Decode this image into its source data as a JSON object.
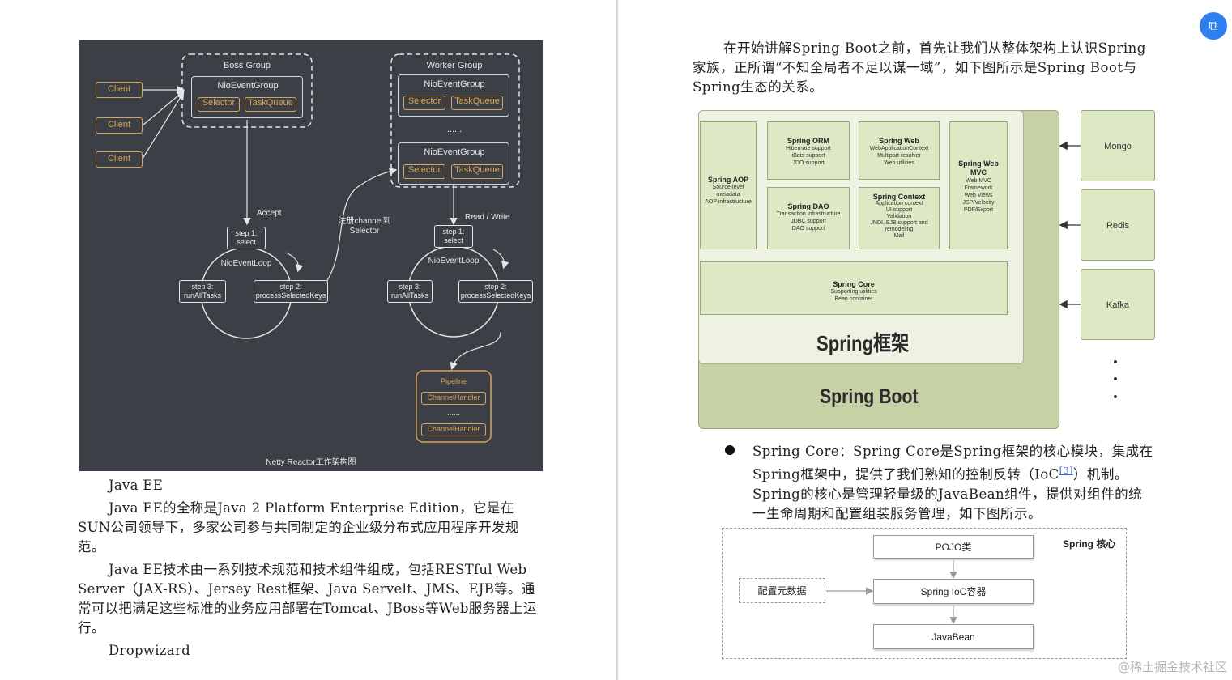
{
  "netty": {
    "boss_group": "Boss Group",
    "worker_group": "Worker Group",
    "nio_event_group": "NioEventGroup",
    "selector": "Selector",
    "task_queue": "TaskQueue",
    "client": "Client",
    "ellipsis": "......",
    "accept": "Accept",
    "register": "注册channel到\nSelector",
    "read_write": "Read / Write",
    "step1": "step 1:\nselect",
    "step2": "step 2:\nprocessSelectedKeys",
    "step3": "step 3:\nrunAllTasks",
    "nio_event_loop": "NioEventLoop",
    "pipeline": "Pipeline",
    "channel_handler": "ChannelHandler",
    "caption": "Netty Reactor工作架构图"
  },
  "left": {
    "heading1": "Java EE",
    "p1": "Java EE的全称是Java 2 Platform Enterprise Edition，它是在SUN公司领导下，多家公司参与共同制定的企业级分布式应用程序开发规范。",
    "p2": "Java EE技术由一系列技术规范和技术组件组成，包括RESTful Web Server（JAX-RS）、Jersey Rest框架、Java Servelt、JMS、EJB等。通常可以把满足这些标准的业务应用部署在Tomcat、JBoss等Web服务器上运行。",
    "heading2": "Dropwizard"
  },
  "right": {
    "intro": "在开始讲解Spring Boot之前，首先让我们从整体架构上认识Spring家族，正所谓“不知全局者不足以谋一域”，如下图所示是Spring Boot与Spring生态的关系。",
    "bullet_a": "Spring Core：Spring Core是Spring框架的核心模块，集成在Spring框架中，提供了我们熟知的控制反转（IoC",
    "footnote": "[3]",
    "bullet_b": "）机制。Spring的核心是管理轻量级的JavaBean组件，提供对组件的统一生命周期和配置组装服务管理，如下图所示。"
  },
  "spring_diagram": {
    "aop": {
      "title": "Spring AOP",
      "desc": "Source-level\nmetadata\nAOP infrastructure"
    },
    "orm": {
      "title": "Spring ORM",
      "desc": "Hibernate support\niBats support\nJDO support"
    },
    "web": {
      "title": "Spring Web",
      "desc": "WebApplicationContext\nMultipart resolver\nWeb utilities"
    },
    "mvc": {
      "title": "Spring Web\nMVC",
      "desc": "Web MVC\nFramework\nWeb Views\nJSP/Velocity\nPDF/Export"
    },
    "dao": {
      "title": "Spring DAO",
      "desc": "Transaction infrastructure\nJDBC support\nDAO support"
    },
    "context": {
      "title": "Spring Context",
      "desc": "Application context\nUI support\nValidation\nJNDI, EJB support and\nremodeling\nMail"
    },
    "core": {
      "title": "Spring Core",
      "desc": "Supporting utilities\nBean container"
    },
    "framework_label": "Spring框架",
    "boot_label": "Spring Boot",
    "externals": [
      "Mongo",
      "Redis",
      "Kafka"
    ]
  },
  "core_diagram": {
    "title": "Spring 核心",
    "pojo": "POJO类",
    "config": "配置元数据",
    "ioc": "Spring IoC容器",
    "bean": "JavaBean"
  },
  "watermark": "@稀土掘金技术社区"
}
